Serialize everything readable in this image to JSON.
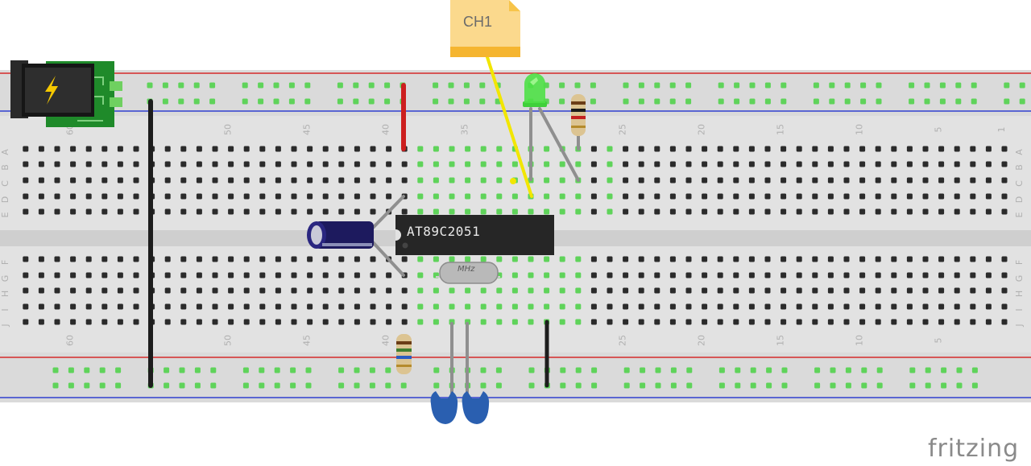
{
  "probe": {
    "label": "CH1"
  },
  "chip": {
    "label": "AT89C2051"
  },
  "crystal": {
    "label": "MHz"
  },
  "logo": {
    "text": "fritzing"
  },
  "columns": {
    "top": [
      {
        "text": "60",
        "col": 60
      },
      {
        "text": "50",
        "col": 50
      },
      {
        "text": "45",
        "col": 45
      },
      {
        "text": "40",
        "col": 40
      },
      {
        "text": "35",
        "col": 35
      },
      {
        "text": "25",
        "col": 25
      },
      {
        "text": "20",
        "col": 20
      },
      {
        "text": "15",
        "col": 15
      },
      {
        "text": "10",
        "col": 10
      },
      {
        "text": "5",
        "col": 5
      },
      {
        "text": "1",
        "col": 1
      }
    ],
    "bottom": [
      {
        "text": "60",
        "col": 60
      },
      {
        "text": "50",
        "col": 50
      },
      {
        "text": "45",
        "col": 45
      },
      {
        "text": "40",
        "col": 40
      },
      {
        "text": "25",
        "col": 25
      },
      {
        "text": "20",
        "col": 20
      },
      {
        "text": "15",
        "col": 15
      },
      {
        "text": "10",
        "col": 10
      },
      {
        "text": "5",
        "col": 5
      }
    ]
  },
  "rows": {
    "top": [
      "A",
      "B",
      "C",
      "D",
      "E"
    ],
    "bottom": [
      "F",
      "G",
      "H",
      "I",
      "J"
    ]
  },
  "colors": {
    "board": "#e2e2e2",
    "red_rail": "#d42a2a",
    "blue_rail": "#2f3fd0",
    "probe_wire": "#f2e600",
    "power_jumper": "#cc1f1f",
    "ground_jumper": "#1d1d1d",
    "led": "#45e040",
    "chip": "#262626",
    "capacitor": "#1d1a5e",
    "ceramic_cap": "#2a5fb0",
    "connected_hole": "#5fd35a",
    "note": "#fbd98d"
  },
  "icons": [
    "lightning-icon"
  ]
}
